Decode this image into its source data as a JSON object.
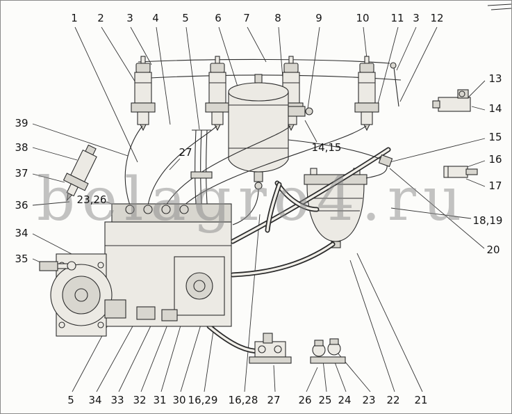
{
  "figure": {
    "watermark": "belagro4.ru"
  },
  "colors": {
    "ink": "#2b2b2b",
    "paper": "#fcfcfa",
    "watermark": "#8a8a8a"
  },
  "callouts": [
    {
      "label": "1"
    },
    {
      "label": "2"
    },
    {
      "label": "3"
    },
    {
      "label": "4"
    },
    {
      "label": "5"
    },
    {
      "label": "6"
    },
    {
      "label": "7"
    },
    {
      "label": "8"
    },
    {
      "label": "9"
    },
    {
      "label": "10"
    },
    {
      "label": "11"
    },
    {
      "label": "3"
    },
    {
      "label": "12"
    },
    {
      "label": "13"
    },
    {
      "label": "14"
    },
    {
      "label": "15"
    },
    {
      "label": "16"
    },
    {
      "label": "17"
    },
    {
      "label": "18,19"
    },
    {
      "label": "20"
    },
    {
      "label": "39"
    },
    {
      "label": "38"
    },
    {
      "label": "37"
    },
    {
      "label": "36"
    },
    {
      "label": "34"
    },
    {
      "label": "35"
    },
    {
      "label": "27"
    },
    {
      "label": "23,26"
    },
    {
      "label": "14,15"
    },
    {
      "label": "5"
    },
    {
      "label": "34"
    },
    {
      "label": "33"
    },
    {
      "label": "32"
    },
    {
      "label": "31"
    },
    {
      "label": "30"
    },
    {
      "label": "16,29"
    },
    {
      "label": "16,28"
    },
    {
      "label": "27"
    },
    {
      "label": "26"
    },
    {
      "label": "25"
    },
    {
      "label": "24"
    },
    {
      "label": "23"
    },
    {
      "label": "22"
    },
    {
      "label": "21"
    }
  ]
}
